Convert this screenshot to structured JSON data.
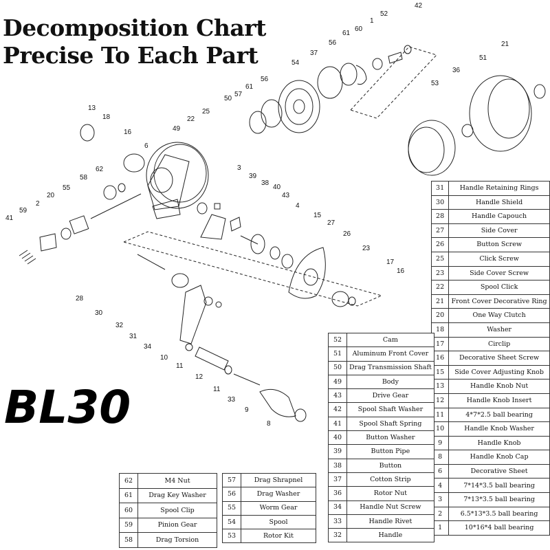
{
  "titles": {
    "line1": "Decomposition Chart",
    "line2": "Precise To Each Part",
    "model": "BL30"
  },
  "callouts": [
    "1",
    "2",
    "3",
    "4",
    "6",
    "8",
    "9",
    "10",
    "11",
    "11",
    "12",
    "13",
    "15",
    "16",
    "16",
    "17",
    "18",
    "20",
    "21",
    "22",
    "23",
    "25",
    "26",
    "27",
    "28",
    "30",
    "31",
    "32",
    "33",
    "34",
    "36",
    "37",
    "38",
    "39",
    "40",
    "41",
    "42",
    "43",
    "49",
    "50",
    "51",
    "52",
    "53",
    "54",
    "55",
    "56",
    "56",
    "57",
    "58",
    "59",
    "60",
    "61",
    "61",
    "62"
  ],
  "parts_tables": {
    "right": [
      {
        "num": "31",
        "name": "Handle Retaining Rings"
      },
      {
        "num": "30",
        "name": "Handle Shield"
      },
      {
        "num": "28",
        "name": "Handle Capouch"
      },
      {
        "num": "27",
        "name": "Side Cover"
      },
      {
        "num": "26",
        "name": "Button Screw"
      },
      {
        "num": "25",
        "name": "Click Screw"
      },
      {
        "num": "23",
        "name": "Side Cover Screw"
      },
      {
        "num": "22",
        "name": "Spool Click"
      },
      {
        "num": "21",
        "name": "Front Cover Decorative Ring"
      },
      {
        "num": "20",
        "name": "One Way Clutch"
      },
      {
        "num": "18",
        "name": "Washer"
      },
      {
        "num": "17",
        "name": "Circlip"
      },
      {
        "num": "16",
        "name": "Decorative Sheet Screw"
      },
      {
        "num": "15",
        "name": "Side Cover Adjusting Knob"
      },
      {
        "num": "13",
        "name": "Handle Knob Nut"
      },
      {
        "num": "12",
        "name": "Handle Knob Insert"
      },
      {
        "num": "11",
        "name": "4*7*2.5 ball bearing"
      },
      {
        "num": "10",
        "name": "Handle Knob Washer"
      },
      {
        "num": "9",
        "name": "Handle Knob"
      },
      {
        "num": "8",
        "name": "Handle Knob Cap"
      },
      {
        "num": "6",
        "name": "Decorative Sheet"
      },
      {
        "num": "4",
        "name": "7*14*3.5 ball bearing"
      },
      {
        "num": "3",
        "name": "7*13*3.5 ball bearing"
      },
      {
        "num": "2",
        "name": "6.5*13*3.5 ball bearing"
      },
      {
        "num": "1",
        "name": "10*16*4 ball bearing"
      }
    ],
    "middle": [
      {
        "num": "52",
        "name": "Cam"
      },
      {
        "num": "51",
        "name": "Aluminum Front Cover"
      },
      {
        "num": "50",
        "name": "Drag Transmission Shaft"
      },
      {
        "num": "49",
        "name": "Body"
      },
      {
        "num": "43",
        "name": "Drive Gear"
      },
      {
        "num": "42",
        "name": "Spool Shaft Washer"
      },
      {
        "num": "41",
        "name": "Spool Shaft Spring"
      },
      {
        "num": "40",
        "name": "Button Washer"
      },
      {
        "num": "39",
        "name": "Button Pipe"
      },
      {
        "num": "38",
        "name": "Button"
      },
      {
        "num": "37",
        "name": "Cotton Strip"
      },
      {
        "num": "36",
        "name": "Rotor Nut"
      },
      {
        "num": "34",
        "name": "Handle Nut Screw"
      },
      {
        "num": "33",
        "name": "Handle Rivet"
      },
      {
        "num": "32",
        "name": "Handle"
      }
    ],
    "bottom_left": [
      {
        "num": "62",
        "name": "M4 Nut"
      },
      {
        "num": "61",
        "name": "Drag Key Washer"
      },
      {
        "num": "60",
        "name": "Spool Clip"
      },
      {
        "num": "59",
        "name": "Pinion Gear"
      },
      {
        "num": "58",
        "name": "Drag Torsion"
      }
    ],
    "bottom_mid": [
      {
        "num": "57",
        "name": "Drag Shrapnel"
      },
      {
        "num": "56",
        "name": "Drag Washer"
      },
      {
        "num": "55",
        "name": "Worm Gear"
      },
      {
        "num": "54",
        "name": "Spool"
      },
      {
        "num": "53",
        "name": "Rotor Kit"
      }
    ]
  }
}
